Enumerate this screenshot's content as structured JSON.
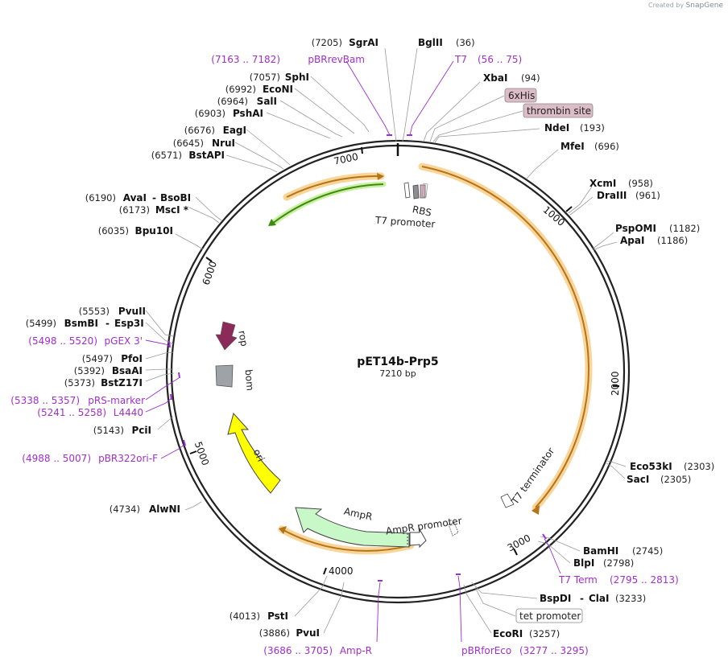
{
  "credit": {
    "prefix": "Created by",
    "brand": "SnapGene"
  },
  "plasmid": {
    "name": "pET14b-Prp5",
    "length": "7210 bp"
  },
  "ticks": [
    "1000",
    "2000",
    "3000",
    "4000",
    "5000",
    "6000",
    "7000"
  ],
  "sites": [
    {
      "name": "SgrAI",
      "pos": "(7205)"
    },
    {
      "name": "BglII",
      "pos": "(36)"
    },
    {
      "name": "XbaI",
      "pos": "(94)"
    },
    {
      "name": "NdeI",
      "pos": "(193)"
    },
    {
      "name": "MfeI",
      "pos": "(696)"
    },
    {
      "name": "XcmI",
      "pos": "(958)"
    },
    {
      "name": "DraIII",
      "pos": "(961)"
    },
    {
      "name": "PspOMI",
      "pos": "(1182)"
    },
    {
      "name": "ApaI",
      "pos": "(1186)"
    },
    {
      "name": "Eco53kI",
      "pos": "(2303)"
    },
    {
      "name": "SacI",
      "pos": "(2305)"
    },
    {
      "name": "BamHI",
      "pos": "(2745)"
    },
    {
      "name": "BlpI",
      "pos": "(2798)"
    },
    {
      "name": "BspDI",
      "pos": "(3233)",
      "alias": "ClaI"
    },
    {
      "name": "EcoRI",
      "pos": "(3257)"
    },
    {
      "name": "PvuI",
      "pos": "(3886)"
    },
    {
      "name": "PstI",
      "pos": "(4013)"
    },
    {
      "name": "AlwNI",
      "pos": "(4734)"
    },
    {
      "name": "PciI",
      "pos": "(5143)"
    },
    {
      "name": "BstZ17I",
      "pos": "(5373)"
    },
    {
      "name": "BsaAI",
      "pos": "(5392)"
    },
    {
      "name": "PfoI",
      "pos": "(5497)"
    },
    {
      "name": "BsmBI",
      "pos": "(5499)",
      "alias": "Esp3I"
    },
    {
      "name": "PvuII",
      "pos": "(5553)"
    },
    {
      "name": "Bpu10I",
      "pos": "(6035)"
    },
    {
      "name": "MscI *",
      "pos": "(6173)"
    },
    {
      "name": "AvaI",
      "pos": "(6190)",
      "alias": "BsoBI"
    },
    {
      "name": "BstAPI",
      "pos": "(6571)"
    },
    {
      "name": "NruI",
      "pos": "(6645)"
    },
    {
      "name": "EagI",
      "pos": "(6676)"
    },
    {
      "name": "PshAI",
      "pos": "(6903)"
    },
    {
      "name": "SalI",
      "pos": "(6964)"
    },
    {
      "name": "EcoNI",
      "pos": "(6992)"
    },
    {
      "name": "SphI",
      "pos": "(7057)"
    }
  ],
  "primers": [
    {
      "name": "pBRrevBam",
      "range": "(7163 .. 7182)"
    },
    {
      "name": "T7",
      "range": "(56 .. 75)"
    },
    {
      "name": "T7 Term",
      "range": "(2795 .. 2813)"
    },
    {
      "name": "pBRforEco",
      "range": "(3277 .. 3295)"
    },
    {
      "name": "Amp-R",
      "range": "(3686 .. 3705)"
    },
    {
      "name": "pBR322ori-F",
      "range": "(4988 .. 5007)"
    },
    {
      "name": "L4440",
      "range": "(5241 .. 5258)"
    },
    {
      "name": "pRS-marker",
      "range": "(5338 .. 5357)"
    },
    {
      "name": "pGEX 3'",
      "range": "(5498 .. 5520)"
    }
  ],
  "boxed_features": [
    "6xHis",
    "thrombin site",
    "tet promoter"
  ],
  "feature_labels": [
    "RBS",
    "T7 promoter",
    "T7 terminator",
    "rop",
    "bom",
    "ori",
    "AmpR",
    "AmpR promoter"
  ],
  "colors": {
    "backbone": "#222222",
    "orf_highlight": "#f5c57a",
    "orf_arrow": "#b0701a",
    "green_arrow": "#3e8a10",
    "primer": "#a030c8",
    "rop": "#8c2a5a",
    "bom": "#9ea3a8",
    "ori": "#ffff00",
    "ampr": "#c8f8c8",
    "his_box": "#d8b0c0"
  }
}
